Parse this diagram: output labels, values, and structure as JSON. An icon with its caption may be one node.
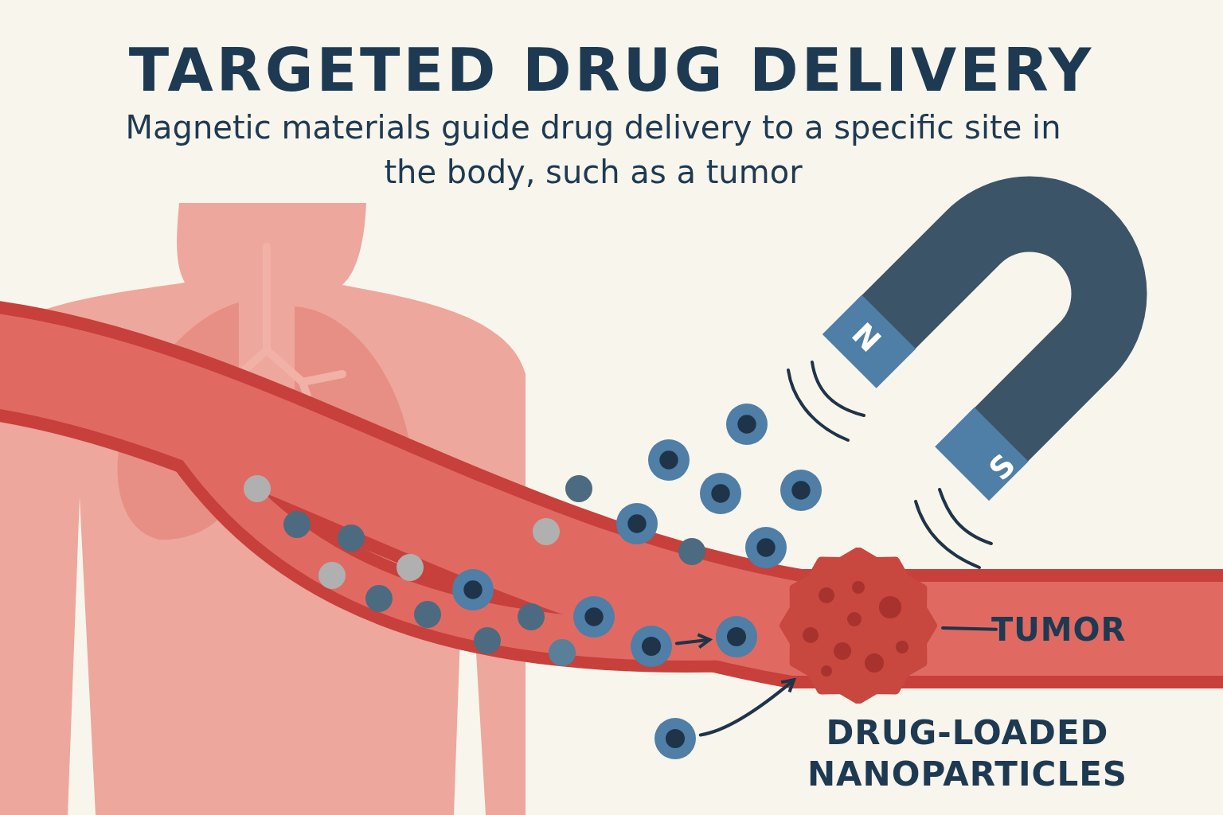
{
  "diagram": {
    "title": "TARGETED DRUG DELIVERY",
    "nodes": [
      {
        "text": [
          "TUMOR"
        ]
      },
      {
        "text": [],
        "shape": "cloud"
      },
      {
        "text": [],
        "shape": "circle"
      },
      {
        "text": [],
        "shape": "circle"
      },
      {
        "text": [],
        "shape": "circle"
      }
    ],
    "edges": [
      {
        "from": 0,
        "to": 1,
        "arrow": "none"
      },
      {
        "from": 2,
        "to": 3,
        "arrow": "to"
      },
      {
        "from": 4,
        "to": 1,
        "arrow": "to"
      }
    ],
    "labels": [
      "Magnetic materials guide drug delivery to a specific site in the body, such as a tumor",
      "N",
      "S",
      "DRUG-LOADED NANOPARTICLES"
    ]
  }
}
